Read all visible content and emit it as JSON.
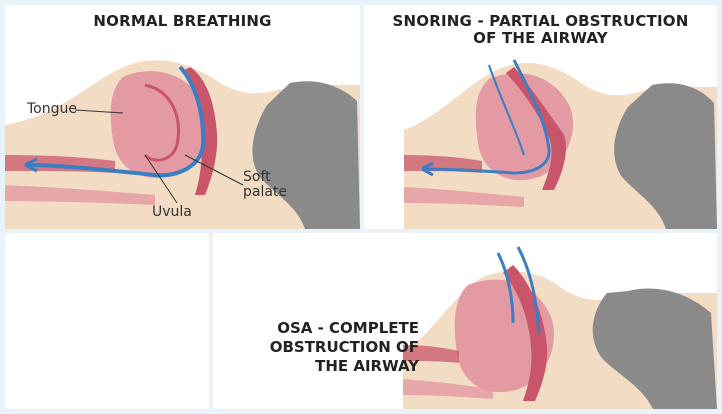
{
  "panels": {
    "normal": {
      "title": "NORMAL BREATHING",
      "labels": {
        "tongue": "Tongue",
        "soft_palate_line1": "Soft",
        "soft_palate_line2": "palate",
        "uvula": "Uvula"
      }
    },
    "snoring": {
      "title_line1": "SNORING - PARTIAL OBSTRUCTION",
      "title_line2": "OF THE AIRWAY"
    },
    "osa": {
      "title_line1": "OSA - COMPLETE",
      "title_line2": "OBSTRUCTION OF",
      "title_line3": "THE AIRWAY"
    }
  },
  "colors": {
    "background": "#e8f2fa",
    "skin": "#f3dcc4",
    "tissue": "#e39aa2",
    "tissue_dark": "#c8556a",
    "hair": "#8a8a8a",
    "airflow": "#3a7fc4"
  }
}
